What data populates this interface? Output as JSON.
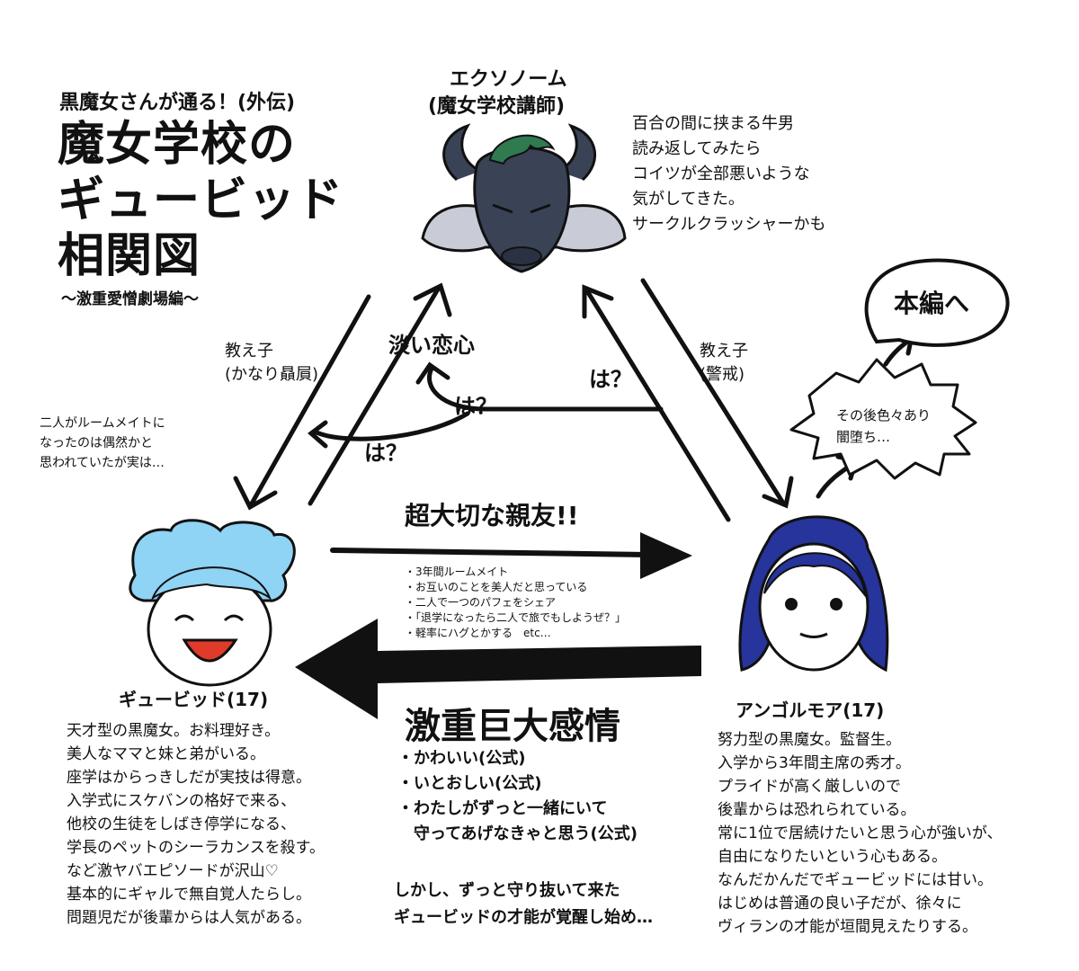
{
  "title": {
    "pre": "黒魔女さんが通る！(外伝)",
    "main": "魔女学校の\nギュービッド\n相関図",
    "sub": "～激重愛憎劇場編～"
  },
  "characters": {
    "teacher": {
      "name": "エクソノーム",
      "role": "(魔女学校講師)",
      "note": "百合の間に挟まる牛男\n読み返してみたら\nコイツが全部悪いような\n気がしてきた。\nサークルクラッシャーかも"
    },
    "gyubid": {
      "name": "ギュービッド(17)",
      "desc": "天才型の黒魔女。お料理好き。\n美人なママと妹と弟がいる。\n座学はからっきしだが実技は得意。\n入学式にスケバンの格好で来る、\n他校の生徒をしばき停学になる、\n学長のペットのシーラカンスを殺す。\nなど激ヤバエピソードが沢山♡\n基本的にギャルで無自覚人たらし。\n問題児だが後輩からは人気がある。"
    },
    "angol": {
      "name": "アンゴルモア(17)",
      "desc": "努力型の黒魔女。監督生。\n入学から3年間主席の秀才。\nプライドが高く厳しいので\n後輩からは恐れられている。\n常に1位で居続けたいと思う心が強いが、\n自由になりたいという心もある。\nなんだかんだでギュービッドには甘い。\nはじめは普通の良い子だが、徐々に\nヴィランの才能が垣間見えたりする。"
    }
  },
  "notes": {
    "roommate": "二人がルームメイトに\nなったのは偶然かと\n思われていたが実は…"
  },
  "relations": {
    "teacher_to_gyubid": "教え子\n(かなり贔屓)",
    "teacher_to_angol": "教え子\n(警戒)",
    "gyubid_to_teacher": "淡い恋心",
    "ha1": "は？",
    "ha2": "は？",
    "ha3": "は？",
    "best_friend": "超大切な親友!!",
    "friend_points": "・3年間ルームメイト\n・お互いのことを美人だと思っている\n・二人で一つのパフェをシェア\n・「退学になったら二人で旅でもしようぜ？」\n・軽率にハグとかする　etc…",
    "heavy_feelings": "激重巨大感情",
    "heavy_points": "・かわいい(公式)\n・いとおしい(公式)\n・わたしがずっと一緒にいて\n　守ってあげなきゃと思う(公式)",
    "but": "しかし、ずっと守り抜いて来た\nギュービッドの才能が覚醒し始め…"
  },
  "aside": {
    "honpen": "本編へ",
    "fall": "その後色々あり\n闇堕ち…"
  },
  "colors": {
    "ink": "#111111",
    "teacher_face": "#3a4356",
    "teacher_hair": "#2f7a4f",
    "teacher_fur": "#c9ccd6",
    "gyubid_hair": "#8fd3f5",
    "gyubid_mouth": "#e03a2b",
    "angol_hair": "#26349c"
  }
}
